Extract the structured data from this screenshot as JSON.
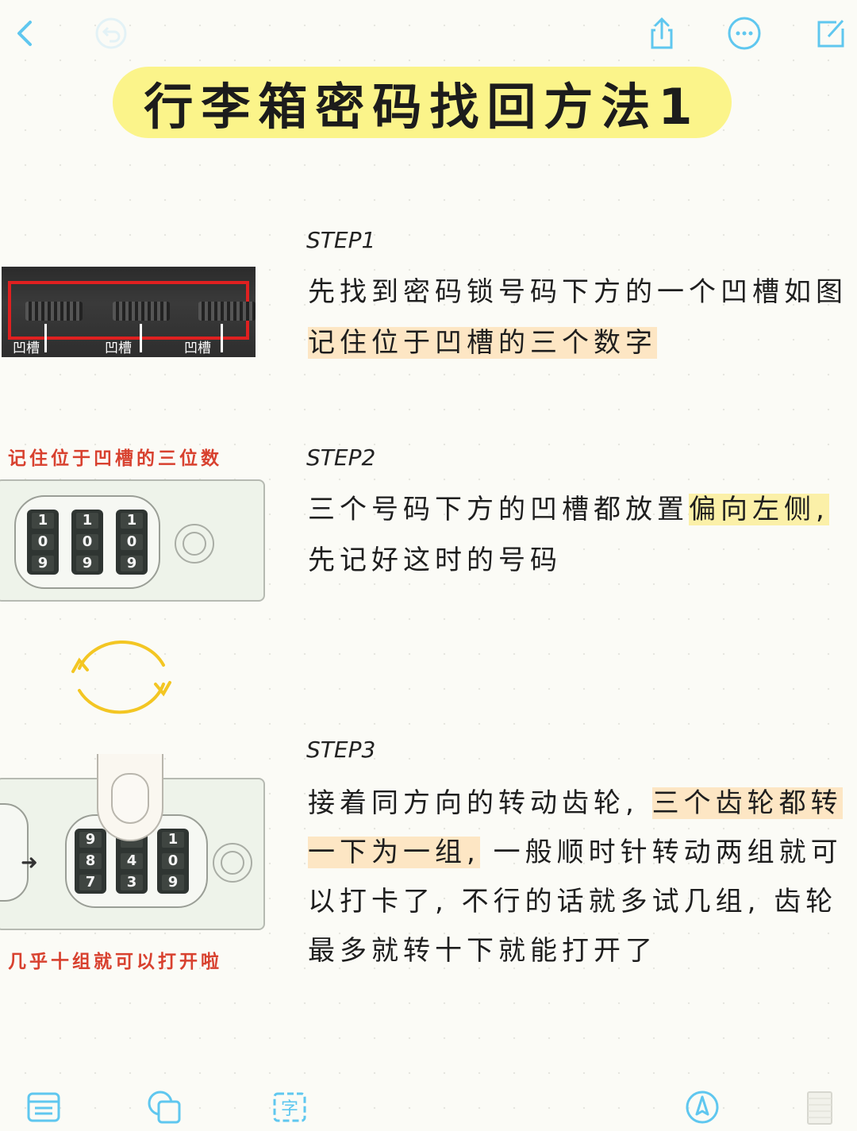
{
  "toolbar": {
    "back_icon": "chevron-left-icon",
    "undo_icon": "undo-icon",
    "share_icon": "share-icon",
    "more_icon": "more-icon",
    "compose_icon": "compose-icon",
    "accent": "#5fc7ef"
  },
  "title": "行李箱密码找回方法1",
  "step1": {
    "label": "STEP1",
    "lines": [
      "先找到密码锁号码下方的一个凹槽如图",
      "记住位于凹槽的三个数字"
    ],
    "photo_labels": [
      "凹槽",
      "凹槽",
      "凹槽"
    ]
  },
  "step2": {
    "label": "STEP2",
    "line1_a": "三个号码下方的凹槽都放置",
    "line1_b": "偏向左侧,",
    "line2": "先记好这时的号码",
    "caption": "记住位于凹槽的三位数",
    "dials": [
      [
        "1",
        "0",
        "9"
      ],
      [
        "1",
        "0",
        "9"
      ],
      [
        "1",
        "0",
        "9"
      ]
    ]
  },
  "step3": {
    "label": "STEP3",
    "line1_a": "接着同方向的转动齿轮,",
    "line1_b": "三个齿轮都转",
    "line2_a": "一下为一组,",
    "line2_b": "一般顺时针转动两组就可",
    "line3": "以打卡了, 不行的话就多试几组, 齿轮",
    "line4": "最多就转十下就能打开了",
    "caption": "几乎十组就可以打开啦",
    "dials": [
      [
        "9",
        "8",
        "7"
      ],
      [
        "",
        "4",
        "3"
      ],
      [
        "1",
        "0",
        "9"
      ]
    ]
  },
  "bottombar": {
    "notes_icon": "notes-list-icon",
    "shapes_icon": "shapes-icon",
    "text_icon_label": "字",
    "pen_icon": "pen-icon",
    "paper_icon": "paper-icon"
  },
  "colors": {
    "title_highlight": "#fbf48a",
    "caption_red": "#d8412f",
    "cycle_arrows": "#f3c623"
  }
}
